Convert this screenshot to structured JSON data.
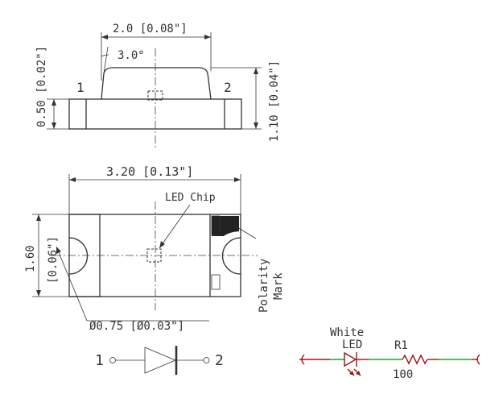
{
  "side_view": {
    "pin_left": "1",
    "pin_right": "2",
    "dim_width": "2.0 [0.08\"]",
    "dim_angle": "3.0°",
    "dim_base_height": "0.50 [0.02\"]",
    "dim_total_height": "1.10 [0.04\"]"
  },
  "top_view": {
    "dim_length": "3.20 [0.13\"]",
    "dim_height_mm": "1.60",
    "dim_height_in": "[0.06\"]",
    "chip_label": "LED Chip",
    "polarity_line1": "Polarity",
    "polarity_line2": "Mark",
    "dim_hole": "Ø0.75 [Ø0.03\"]"
  },
  "symbol": {
    "pin_left": "1",
    "pin_right": "2"
  },
  "schematic": {
    "led_line1": "White",
    "led_line2": "LED",
    "resistor_ref": "R1",
    "resistor_value": "100"
  },
  "colors": {
    "line": "#333333",
    "schematic_red": "#a01414",
    "schematic_green": "#22a022"
  }
}
